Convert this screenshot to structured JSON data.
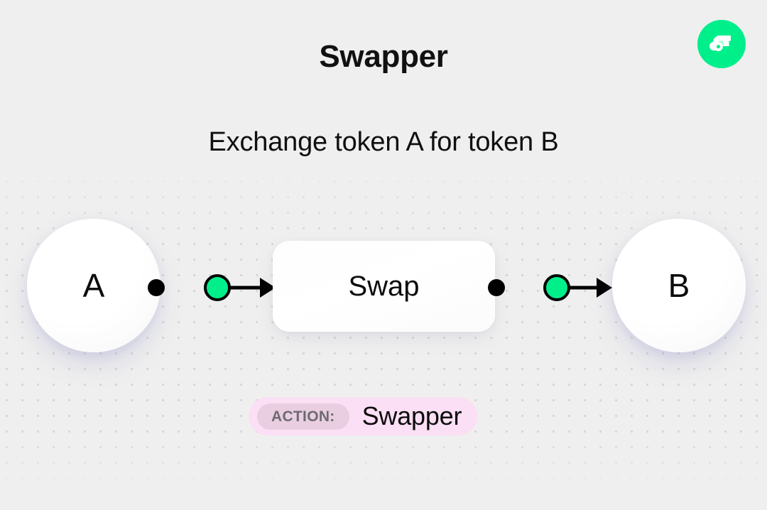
{
  "header": {
    "title": "Swapper",
    "subtitle": "Exchange token A for token B"
  },
  "brand": {
    "logo_icon": "flow-logo-icon",
    "logo_color": "#00ef8b",
    "mark_color": "#ffffff"
  },
  "diagram": {
    "type": "flow",
    "background": {
      "color": "#efefef",
      "pattern": "dot-grid",
      "dot_color": "#d6d6d6",
      "dot_spacing": 22
    },
    "nodes": [
      {
        "id": "token-a",
        "label": "A",
        "shape": "circle"
      },
      {
        "id": "swap",
        "label": "Swap",
        "shape": "rounded-rect"
      },
      {
        "id": "token-b",
        "label": "B",
        "shape": "circle"
      }
    ],
    "connectors": [
      {
        "id": "connector-left",
        "from": "token-a",
        "to": "swap",
        "start_dot_color": "#000000",
        "mid_dot_color": "#00ef8b",
        "line_color": "#000000",
        "arrow_color": "#000000"
      },
      {
        "id": "connector-right",
        "from": "swap",
        "to": "token-b",
        "start_dot_color": "#000000",
        "mid_dot_color": "#00ef8b",
        "line_color": "#000000",
        "arrow_color": "#000000"
      }
    ]
  },
  "action_badge": {
    "key": "ACTION:",
    "value": "Swapper",
    "background": "#fbdff4",
    "key_background": "#e9cee2",
    "key_color": "#6e6a70",
    "value_color": "#0c0c0c"
  }
}
